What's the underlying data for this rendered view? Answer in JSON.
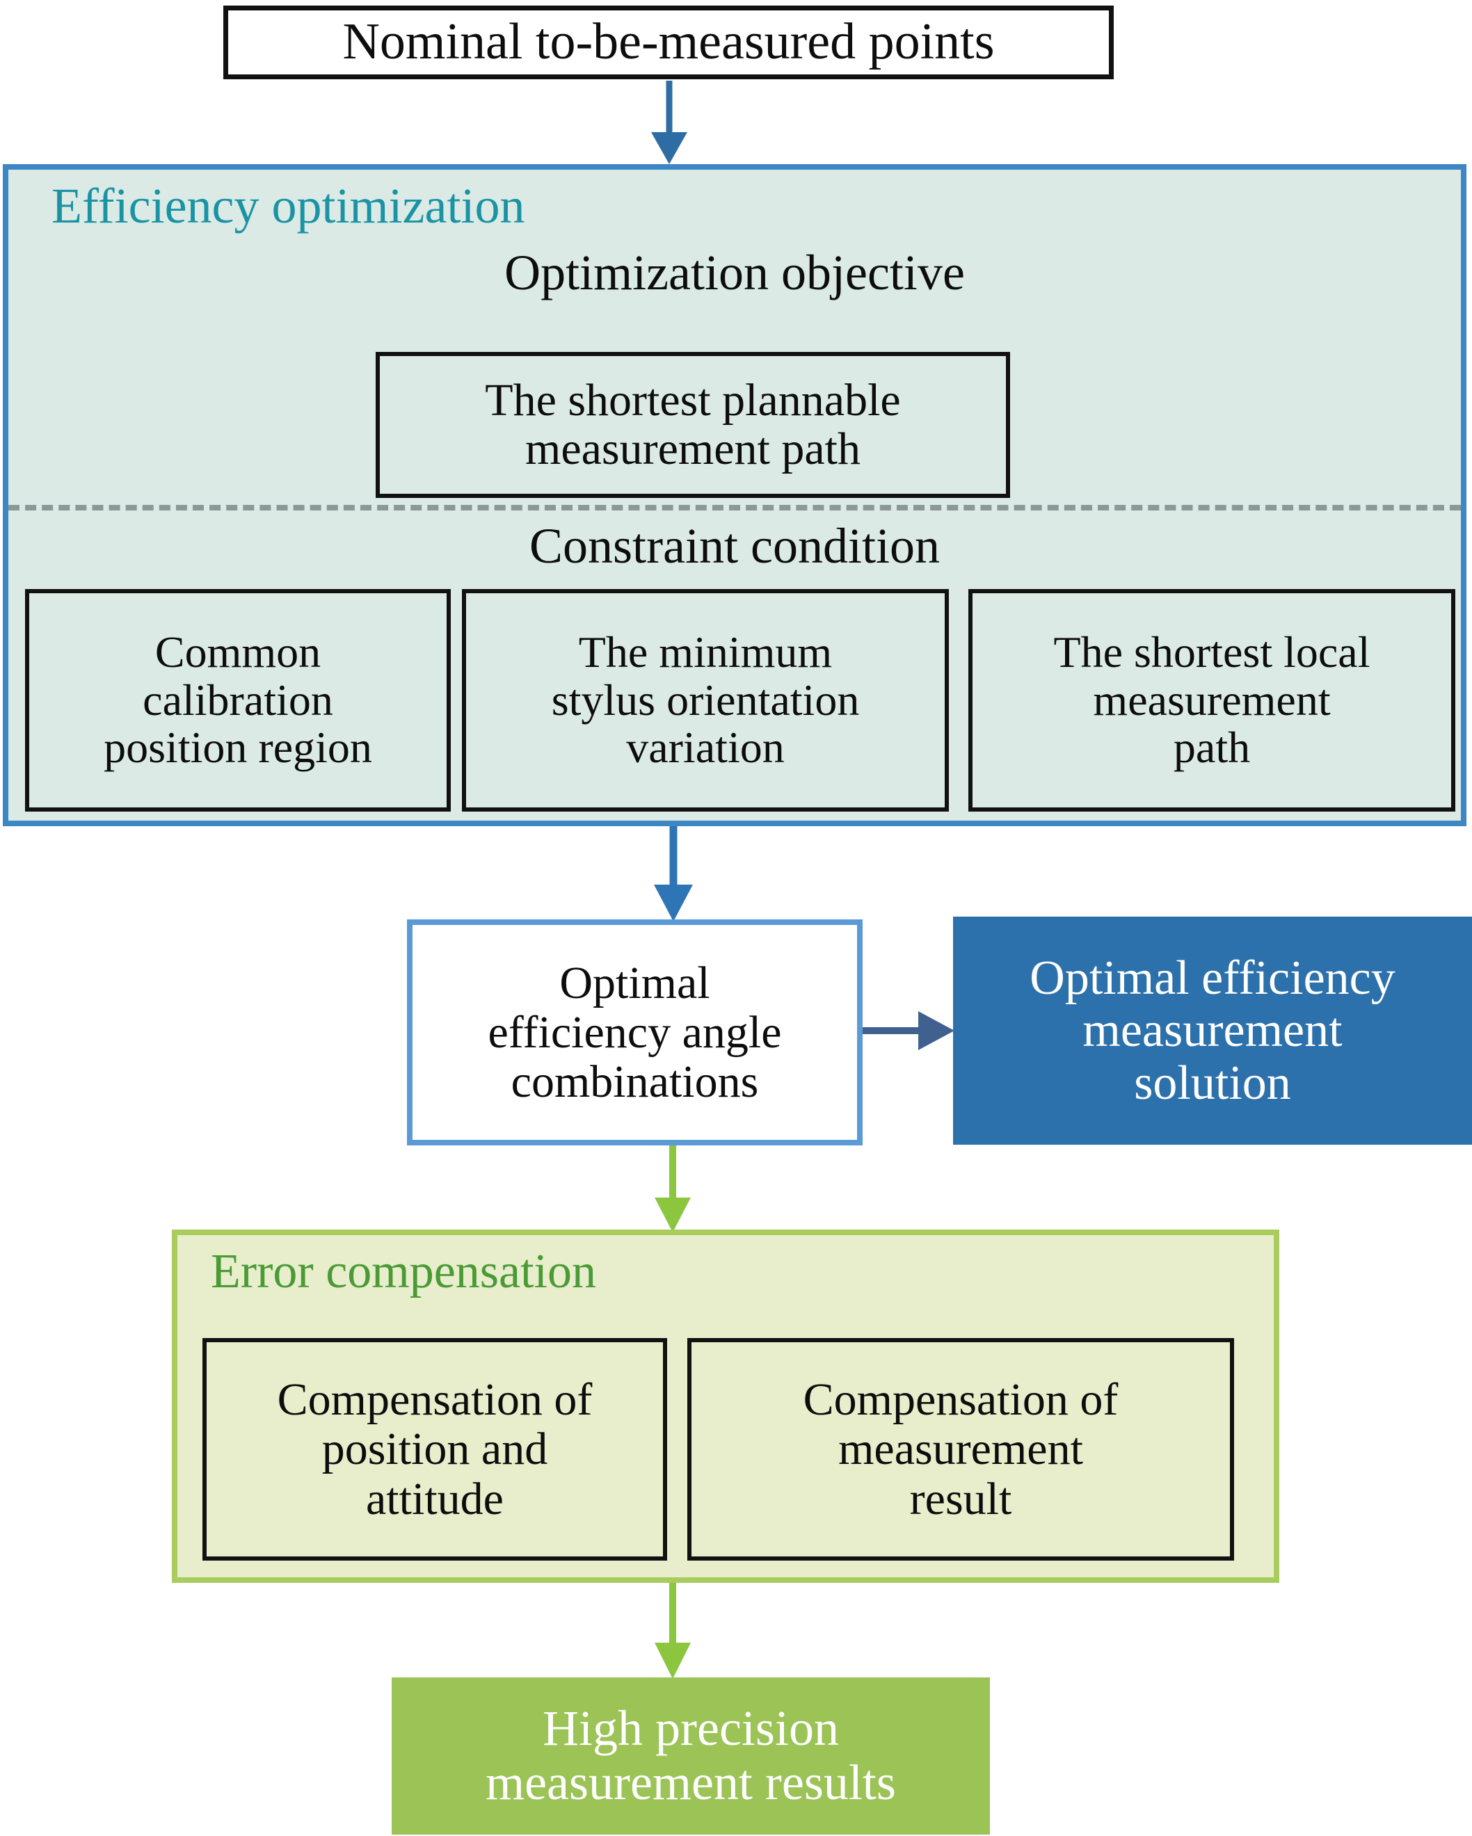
{
  "diagram": {
    "title_node": {
      "label": "Nominal to-be-measured points"
    },
    "efficiency_panel": {
      "heading": "Efficiency optimization",
      "objective_label": "Optimization objective",
      "objective_box": "The shortest plannable\nmeasurement path",
      "constraint_label": "Constraint condition",
      "constraint_boxes": [
        "Common\ncalibration\nposition region",
        "The minimum\nstylus orientation\nvariation",
        "The shortest local\nmeasurement\npath"
      ],
      "divider_style": "dashed",
      "fill_color": "#dbeae5",
      "border_color": "#3c87c4",
      "heading_color": "#1a93a5"
    },
    "optimal_angles_node": {
      "label": "Optimal\nefficiency angle\ncombinations",
      "fill_color": "#ffffff",
      "border_color": "#5b9bd5"
    },
    "optimal_solution_node": {
      "label": "Optimal efficiency\nmeasurement\nsolution",
      "fill_color": "#2c71ab",
      "text_color": "#ffffff"
    },
    "error_panel": {
      "heading": "Error compensation",
      "boxes": [
        "Compensation of\nposition and\nattitude",
        "Compensation of\nmeasurement\nresult"
      ],
      "fill_color": "#e8edcb",
      "border_color": "#a9cc5e",
      "heading_color": "#4a9a36"
    },
    "result_node": {
      "label": "High precision\nmeasurement results",
      "fill_color": "#9bc356",
      "text_color": "#ffffff"
    },
    "connectors": [
      {
        "name": "nominal-to-efficiency",
        "color": "#2e6da4",
        "direction": "down"
      },
      {
        "name": "efficiency-to-optimal-angles",
        "color": "#2e75b6",
        "direction": "down"
      },
      {
        "name": "optimal-angles-to-solution",
        "color": "#40618f",
        "direction": "right"
      },
      {
        "name": "optimal-angles-to-error",
        "color": "#8cc councils",
        "direction": "down"
      },
      {
        "name": "error-to-result",
        "color": "#8cc63f",
        "direction": "down"
      }
    ]
  }
}
